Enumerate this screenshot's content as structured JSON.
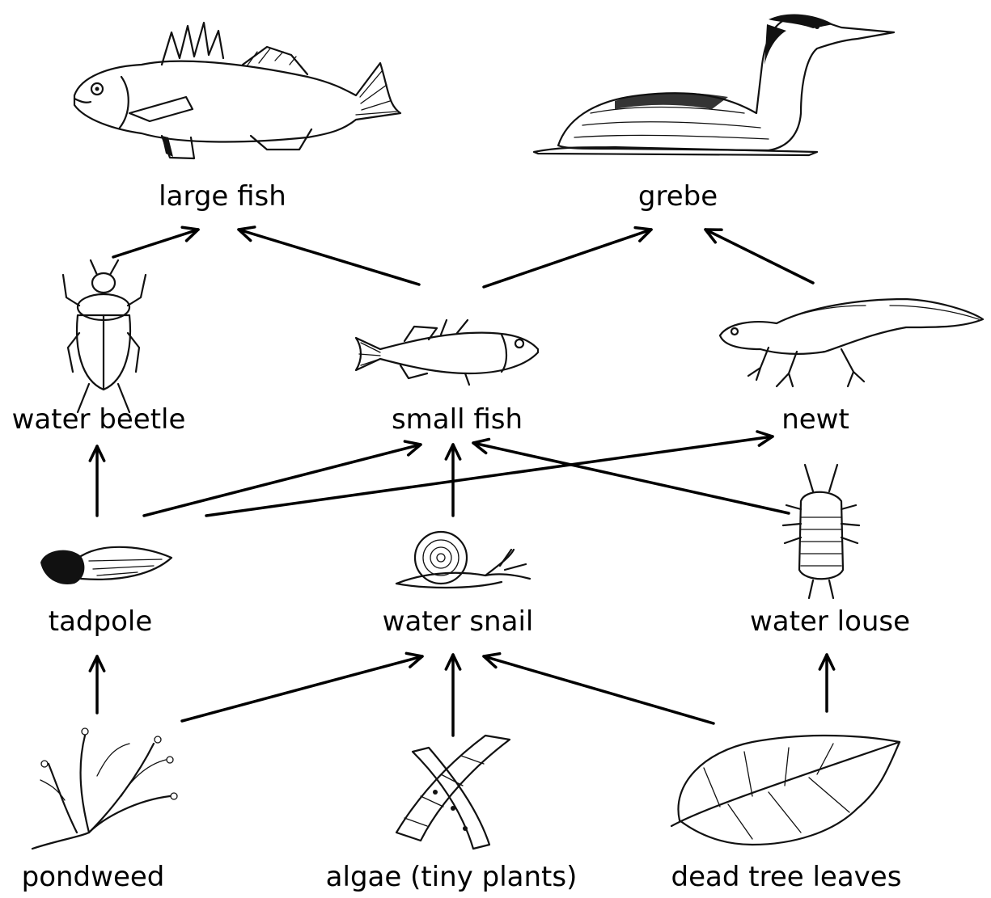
{
  "nodes": {
    "large_fish": {
      "label": "large fish",
      "icon": "perch-icon"
    },
    "grebe": {
      "label": "grebe",
      "icon": "grebe-bird-icon"
    },
    "water_beetle": {
      "label": "water beetle",
      "icon": "beetle-icon"
    },
    "small_fish": {
      "label": "small fish",
      "icon": "stickleback-icon"
    },
    "newt": {
      "label": "newt",
      "icon": "newt-icon"
    },
    "tadpole": {
      "label": "tadpole",
      "icon": "tadpole-icon"
    },
    "water_snail": {
      "label": "water snail",
      "icon": "snail-icon"
    },
    "water_louse": {
      "label": "water louse",
      "icon": "louse-icon"
    },
    "pondweed": {
      "label": "pondweed",
      "icon": "pondweed-icon"
    },
    "algae": {
      "label": "algae (tiny plants)",
      "icon": "algae-icon"
    },
    "dead_tree_leaves": {
      "label": "dead tree leaves",
      "icon": "leaf-icon"
    }
  },
  "edges": [
    {
      "from": "water_beetle",
      "to": "large_fish"
    },
    {
      "from": "small_fish",
      "to": "large_fish"
    },
    {
      "from": "small_fish",
      "to": "grebe"
    },
    {
      "from": "newt",
      "to": "grebe"
    },
    {
      "from": "tadpole",
      "to": "water_beetle"
    },
    {
      "from": "tadpole",
      "to": "small_fish"
    },
    {
      "from": "tadpole",
      "to": "newt"
    },
    {
      "from": "water_snail",
      "to": "small_fish"
    },
    {
      "from": "water_louse",
      "to": "small_fish"
    },
    {
      "from": "pondweed",
      "to": "tadpole"
    },
    {
      "from": "pondweed",
      "to": "water_snail"
    },
    {
      "from": "algae",
      "to": "water_snail"
    },
    {
      "from": "dead_tree_leaves",
      "to": "water_snail"
    },
    {
      "from": "dead_tree_leaves",
      "to": "water_louse"
    }
  ]
}
